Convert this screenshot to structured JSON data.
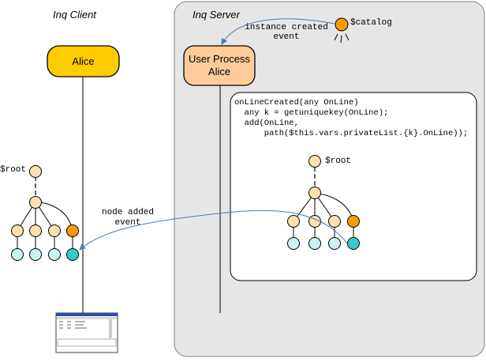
{
  "client": {
    "title": "Inq Client",
    "user_box": "Alice"
  },
  "server": {
    "title": "Inq Server",
    "process_line1": "User Process",
    "process_line2": "Alice",
    "catalog_label": "$catalog",
    "instance_event_line1": "instance created",
    "instance_event_line2": "event"
  },
  "code": {
    "line1": "onLineCreated(any OnLine)",
    "line2": "  any k = getuniquekey(OnLine);",
    "line3": "  add(OnLine,",
    "line4": "      path($this.vars.privateList.{k}.OnLine));"
  },
  "trees": {
    "client_root_label": "$root",
    "server_root_label": "$root"
  },
  "node_event": {
    "line1": "node added",
    "line2": "event"
  },
  "colors": {
    "server_bg": "#e6e6e6",
    "alice_yellow": "#ffcc00",
    "process_orange": "#ffcc99",
    "node_peach": "#ffe0b0",
    "node_new": "#ff9900",
    "leaf_cyan": "#ccf2f2",
    "leaf_new": "#33cccc",
    "arrow_blue": "#4a7ab8"
  }
}
